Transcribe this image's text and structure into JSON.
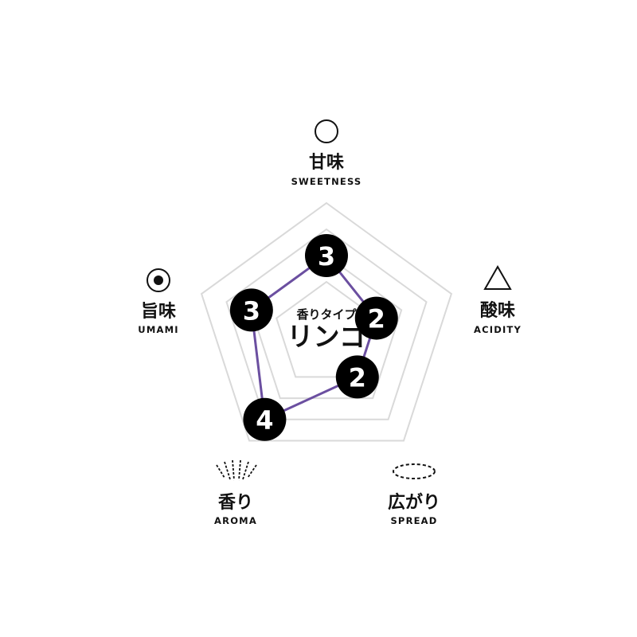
{
  "chart_data": {
    "type": "radar",
    "max": 5,
    "levels": 4,
    "axes": [
      {
        "key": "sweetness",
        "label_jp": "甘味",
        "label_en": "SWEETNESS",
        "icon": "circle-icon",
        "value": 3
      },
      {
        "key": "acidity",
        "label_jp": "酸味",
        "label_en": "ACIDITY",
        "icon": "triangle-icon",
        "value": 2
      },
      {
        "key": "spread",
        "label_jp": "広がり",
        "label_en": "SPREAD",
        "icon": "dashed-ellipse-icon",
        "value": 2
      },
      {
        "key": "aroma",
        "label_jp": "香り",
        "label_en": "AROMA",
        "icon": "radiating-lines-icon",
        "value": 4
      },
      {
        "key": "umami",
        "label_jp": "旨味",
        "label_en": "UMAMI",
        "icon": "dot-circle-icon",
        "value": 3
      }
    ],
    "center": {
      "caption": "香りタイプ",
      "type_name": "リンゴ"
    },
    "colors": {
      "line": "#6b4fa0",
      "grid": "#d9d9d9",
      "point": "#000000",
      "point_text": "#ffffff"
    }
  }
}
